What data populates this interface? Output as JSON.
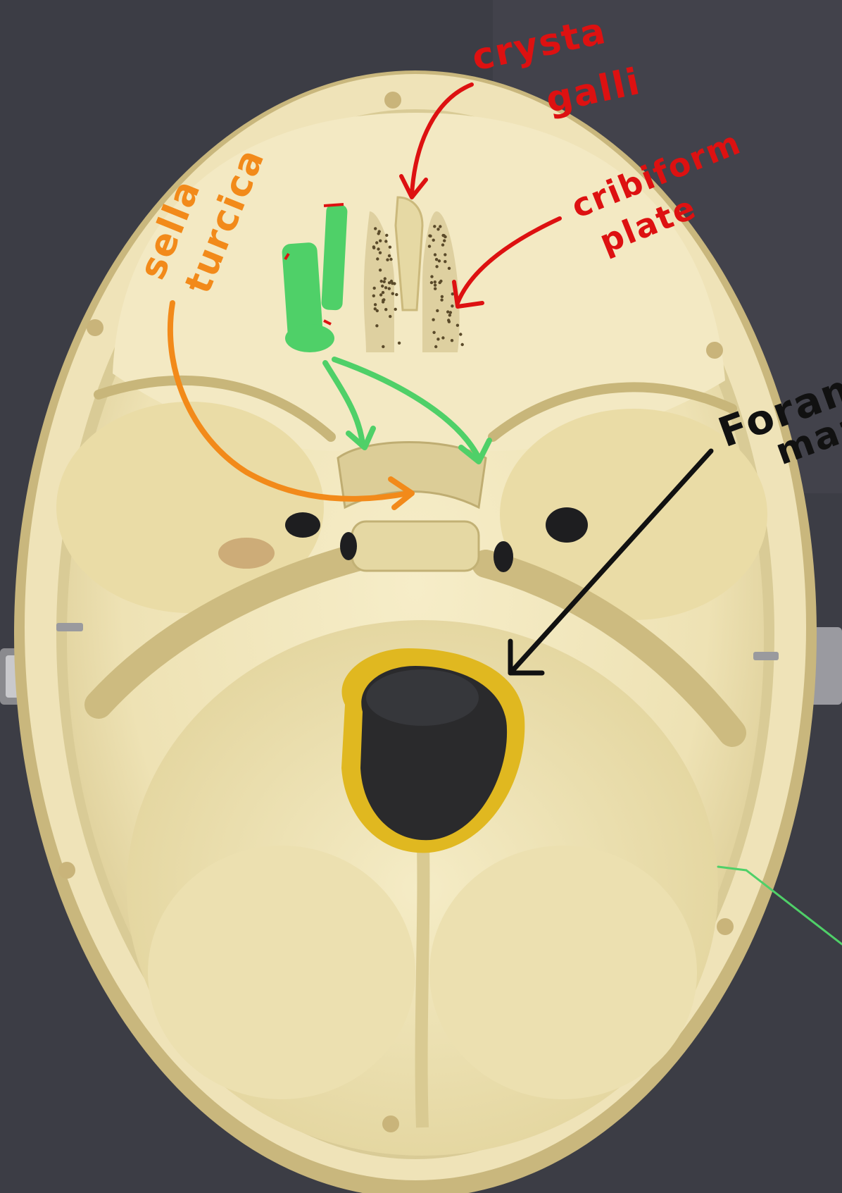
{
  "labels": {
    "crysta_line1": "crysta",
    "crysta_line2": "galli",
    "cribiform_line1": "cribiform",
    "cribiform_line2": "plate",
    "sella_line1": "sella",
    "sella_line2": "turcica",
    "foramen_line1": "Foramen",
    "foramen_line2": "maa"
  },
  "colors": {
    "background": "#3c3d45",
    "bone": "#f1e6be",
    "bone_shadow": "#d8c994",
    "bone_dark": "#b9a86f",
    "red_ink": "#dd1111",
    "orange_ink": "#f28a1a",
    "green_ink": "#4fd068",
    "black_ink": "#111111",
    "foramen_rim": "#e0b820",
    "hole": "#2a2a2c"
  }
}
